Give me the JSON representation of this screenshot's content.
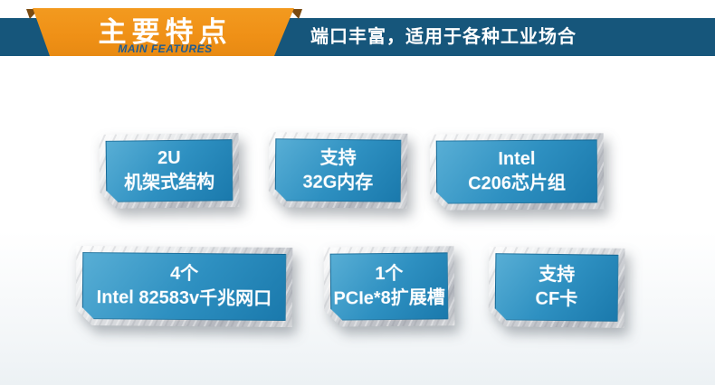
{
  "header": {
    "ribbon_title": "主要特点",
    "ribbon_subtitle": "MAIN FEATURES",
    "banner_text": "端口丰富，适用于各种工业场合"
  },
  "features": [
    {
      "line1": "2U",
      "line2": "机架式结构"
    },
    {
      "line1": "支持",
      "line2": "32G内存"
    },
    {
      "line1": "Intel",
      "line2": "C206芯片组"
    },
    {
      "line1": "4个",
      "line2": "Intel 82583v千兆网口"
    },
    {
      "line1": "1个",
      "line2": "PCIe*8扩展槽"
    },
    {
      "line1": "支持",
      "line2": "CF卡"
    }
  ],
  "colors": {
    "ribbon_orange": "#EF9016",
    "ribbon_fold_brown": "#7A4A10",
    "banner_navy": "#16567B",
    "panel_blue": "#2E90C1",
    "frame_silver": "#C9CBD0",
    "subtitle_blue": "#1D5C92"
  }
}
